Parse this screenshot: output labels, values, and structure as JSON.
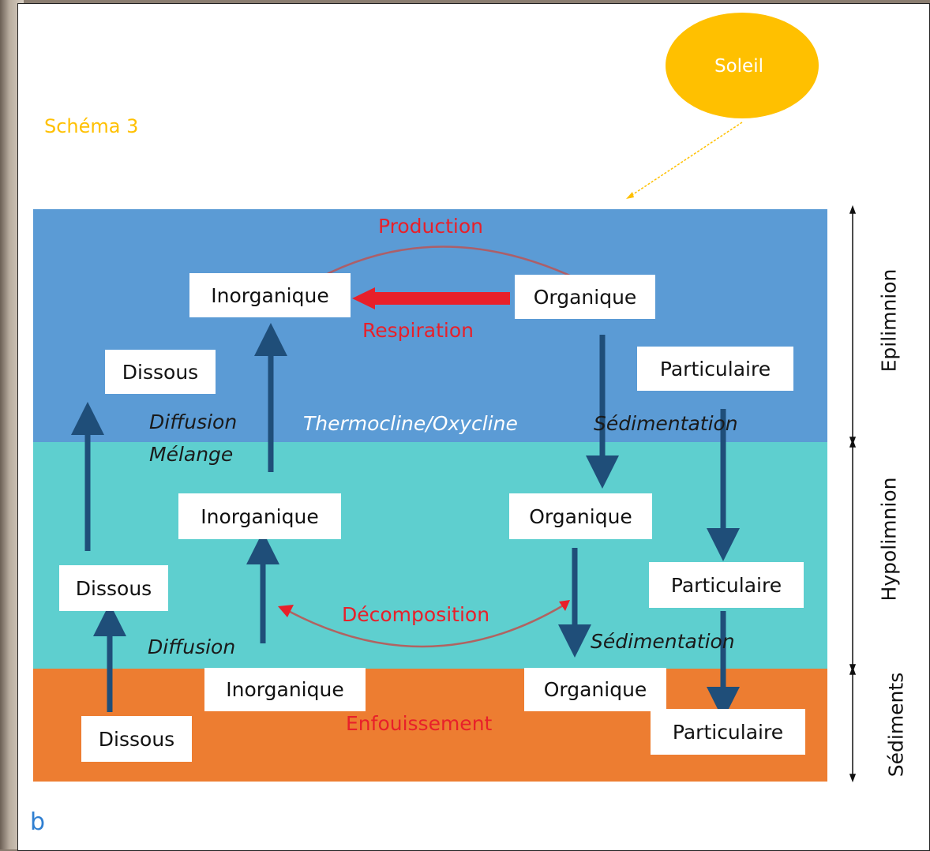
{
  "schema_title": "Schéma 3",
  "sun_label": "Soleil",
  "figure_letter": "b",
  "colors": {
    "epilimnion": "#5b9bd5",
    "hypolimnion": "#5ecfcf",
    "sediments": "#ed7d31",
    "sun": "#ffc000",
    "title": "#ffc000",
    "red_label": "#e8202a",
    "arrow": "#1f4e79"
  },
  "boxes": {
    "epi_inorganique": "Inorganique",
    "epi_organique": "Organique",
    "epi_dissous": "Dissous",
    "epi_particulaire": "Particulaire",
    "hypo_inorganique": "Inorganique",
    "hypo_organique": "Organique",
    "hypo_dissous": "Dissous",
    "hypo_particulaire": "Particulaire",
    "sed_inorganique": "Inorganique",
    "sed_organique": "Organique",
    "sed_dissous": "Dissous",
    "sed_particulaire": "Particulaire"
  },
  "process_labels": {
    "production": "Production",
    "respiration": "Respiration",
    "decomposition": "Décomposition",
    "enfouissement": "Enfouissement",
    "diffusion_top": "Diffusion",
    "melange": "Mélange",
    "thermocline": "Thermocline/Oxycline",
    "sedimentation_top": "Sédimentation",
    "diffusion_bottom": "Diffusion",
    "sedimentation_bottom": "Sédimentation"
  },
  "layer_labels": {
    "epilimnion": "Epilimnion",
    "hypolimnion": "Hypolimnion",
    "sediments": "Sédiments"
  }
}
